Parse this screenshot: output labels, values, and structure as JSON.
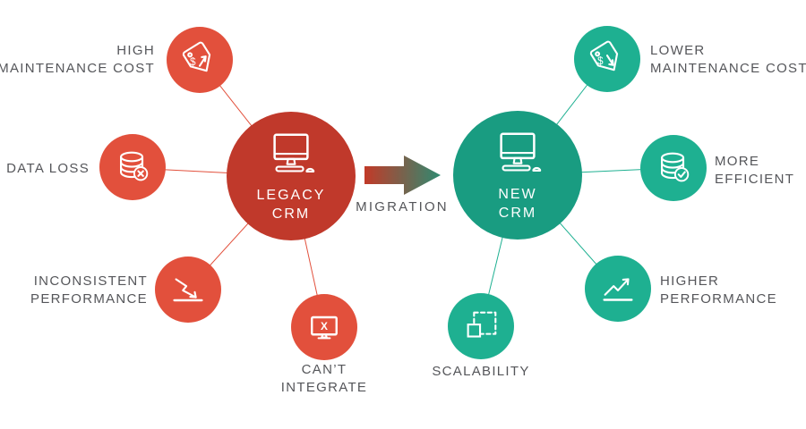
{
  "migration": {
    "label": "MIGRATION"
  },
  "hubs": {
    "legacy": {
      "line1": "LEGACY",
      "line2": "CRM"
    },
    "new": {
      "line1": "NEW",
      "line2": "CRM"
    }
  },
  "nodes": {
    "high_maintenance_cost": {
      "group": "legacy-issue",
      "line1": "HIGH",
      "line2": "MAINTENANCE COST"
    },
    "data_loss": {
      "group": "legacy-issue",
      "line1": "DATA LOSS",
      "line2": ""
    },
    "inconsistent_performance": {
      "group": "legacy-issue",
      "line1": "INCONSISTENT",
      "line2": "PERFORMANCE"
    },
    "cant_integrate": {
      "group": "legacy-issue",
      "line1": "CAN’T",
      "line2": "INTEGRATE"
    },
    "lower_maintenance_cost": {
      "group": "new-benefit",
      "line1": "LOWER",
      "line2": "MAINTENANCE COST"
    },
    "more_efficient": {
      "group": "new-benefit",
      "line1": "MORE",
      "line2": "EFFICIENT"
    },
    "higher_performance": {
      "group": "new-benefit",
      "line1": "HIGHER",
      "line2": "PERFORMANCE"
    },
    "scalability": {
      "group": "new-benefit",
      "line1": "SCALABILITY",
      "line2": ""
    }
  },
  "icons": {
    "hub": "desktop-computer-icon",
    "high_maintenance_cost": "price-tag-up-icon",
    "data_loss": "database-x-icon",
    "inconsistent_performance": "declining-arrow-icon",
    "cant_integrate": "monitor-x-icon",
    "lower_maintenance_cost": "price-tag-down-icon",
    "more_efficient": "database-check-icon",
    "higher_performance": "rising-arrow-icon",
    "scalability": "scale-squares-icon"
  },
  "colors": {
    "red_node": "#e2503c",
    "red_hub": "#c0392b",
    "green_node": "#1eb091",
    "green_hub": "#199c81",
    "text": "#55565a",
    "arrow_red": "#c23a28",
    "arrow_green": "#2f8a71"
  }
}
